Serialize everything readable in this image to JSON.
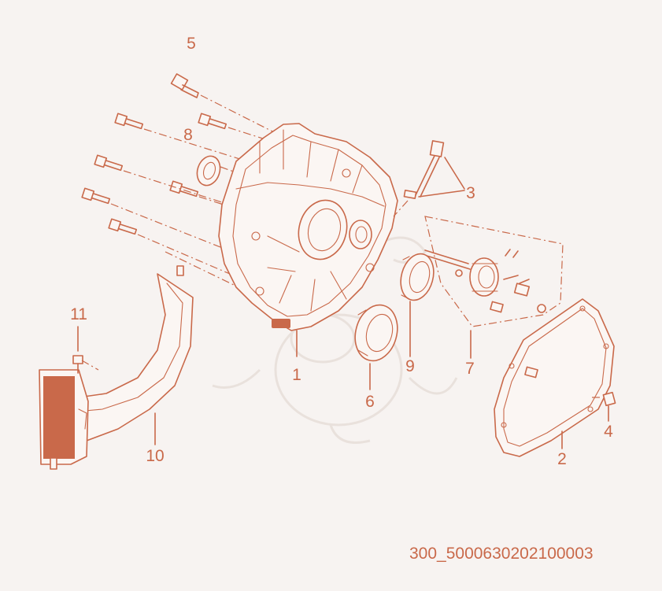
{
  "callouts": {
    "c1": "1",
    "c2": "2",
    "c3": "3",
    "c4": "4",
    "c5": "5",
    "c6": "6",
    "c7": "7",
    "c8": "8",
    "c9": "9",
    "c10": "10",
    "c11": "11"
  },
  "diagram_code": "300_5000630202100003",
  "colors": {
    "line": "#c9694a",
    "background": "#f7f3f1"
  }
}
